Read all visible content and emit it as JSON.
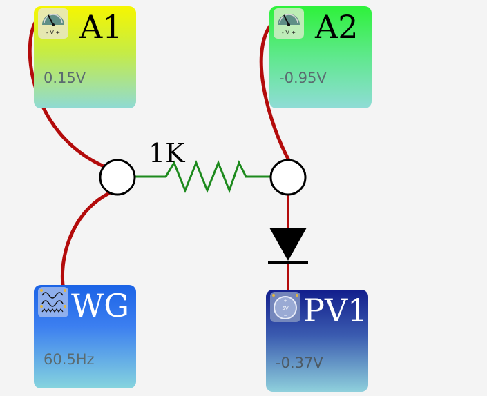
{
  "resistor": {
    "label": "1K"
  },
  "components": {
    "a1": {
      "title": "A1",
      "value": "0.15V",
      "icon": "voltmeter-icon"
    },
    "a2": {
      "title": "A2",
      "value": "-0.95V",
      "icon": "voltmeter-icon"
    },
    "wg": {
      "title": "WG",
      "value": "60.5Hz",
      "icon": "waveform-icon"
    },
    "pv1": {
      "title": "PV1",
      "value": "-0.37V",
      "icon": "voltage-source-icon",
      "icon_text": "5V"
    }
  },
  "meter_icon_text": "- V +",
  "colors": {
    "wire": "#b30b0b",
    "resistor": "#1d8a1d",
    "diode": "#000000"
  }
}
